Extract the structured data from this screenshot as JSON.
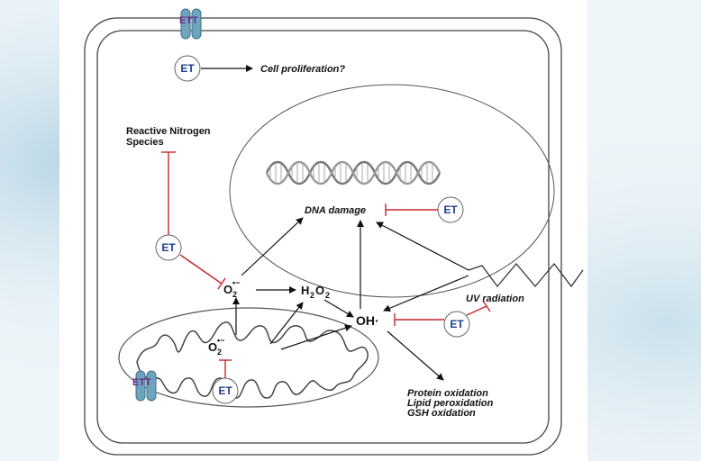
{
  "labels": {
    "ett_top": "ETT",
    "ett_bottom": "ETT",
    "et": "ET",
    "cell_proliferation": "Cell proliferation?",
    "rns_line1": "Reactive Nitrogen",
    "rns_line2": "Species",
    "dna_damage": "DNA damage",
    "uv_radiation": "UV radiation",
    "superoxide_base": "O",
    "superoxide_sub": "2",
    "superoxide_sup": "•−",
    "h2o2_h": "H",
    "h2o2_o": "O",
    "h2o2_sub": "2",
    "hydroxyl": "OH·",
    "outcome_1": "Protein oxidation",
    "outcome_2": "Lipid peroxidation",
    "outcome_3": "GSH oxidation"
  },
  "colors": {
    "inhibition": "#c8242c",
    "activation": "#111111",
    "et_text": "#1d3f8f",
    "ett_text": "#6a2a8a",
    "transporter": "#6ea5bd"
  }
}
